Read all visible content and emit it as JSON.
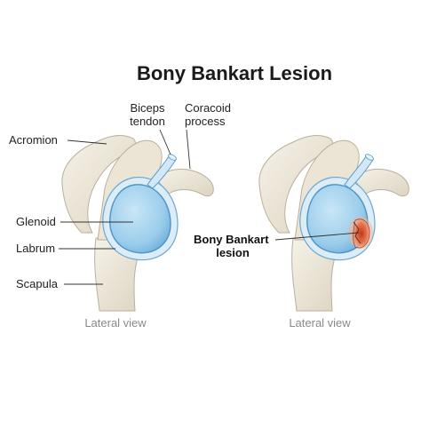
{
  "title": "Bony Bankart Lesion",
  "labels": {
    "biceps_line1": "Biceps",
    "biceps_line2": "tendon",
    "coracoid_line1": "Coracoid",
    "coracoid_line2": "process",
    "acromion": "Acromion",
    "glenoid": "Glenoid",
    "labrum": "Labrum",
    "scapula": "Scapula",
    "lesion_line1": "Bony Bankart",
    "lesion_line2": "lesion"
  },
  "captions": {
    "left": "Lateral view",
    "right": "Lateral view"
  },
  "colors": {
    "bone": "#efe9dc",
    "bone_shadow": "#d9d1bf",
    "bone_outline": "#b9b09c",
    "glenoid_fill": "#a9d4ee",
    "glenoid_edge": "#4e94c4",
    "labrum": "#e3f1fa",
    "lesion": "#e0643c"
  }
}
